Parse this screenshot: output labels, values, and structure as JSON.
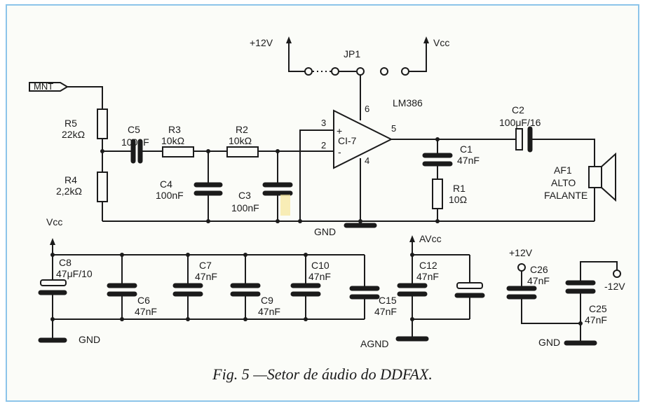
{
  "labels": {
    "mnt": "MNT",
    "r5": "R5",
    "r5_val": "22kΩ",
    "r4": "R4",
    "r4_val": "2,2kΩ",
    "c5": "C5",
    "c5_val": "100nF",
    "r3": "R3",
    "r3_val": "10kΩ",
    "r2": "R2",
    "r2_val": "10kΩ",
    "c4": "C4",
    "c4_val": "100nF",
    "c3": "C3",
    "c3_val": "100nF",
    "plus12v_top": "+12V",
    "vcc_top": "Vcc",
    "jp1": "JP1",
    "lm386": "LM386",
    "ci7": "CI-7",
    "pin3": "3",
    "pin2": "2",
    "pin6": "6",
    "pin5": "5",
    "pin4": "4",
    "plus_sign": "+",
    "minus_sign": "-",
    "c2": "C2",
    "c2_val": "100μF/16",
    "c1": "C1",
    "c1_val": "47nF",
    "r1": "R1",
    "r1_val": "10Ω",
    "af1": "AF1",
    "af1_line2": "ALTO",
    "af1_line3": "FALANTE",
    "gnd_mid": "GND",
    "vcc_left": "Vcc",
    "c8": "C8",
    "c8_val": "47μF/10",
    "c6": "C6",
    "c6_val": "47nF",
    "c7": "C7",
    "c7_val": "47nF",
    "c9": "C9",
    "c9_val": "47nF",
    "c10": "C10",
    "c10_val": "47nF",
    "c15": "C15",
    "c15_val": "47nF",
    "gnd_left": "GND",
    "avcc": "AVcc",
    "c12": "C12",
    "c12_val": "47nF",
    "agnd": "AGND",
    "plus12v_bottom": "+12V",
    "c26": "C26",
    "c26_val": "47nF",
    "minus12v": "-12V",
    "c25": "C25",
    "c25_val": "47nF",
    "gnd_right": "GND"
  },
  "caption": "Fig. 5 —Setor de áudio do DDFAX."
}
